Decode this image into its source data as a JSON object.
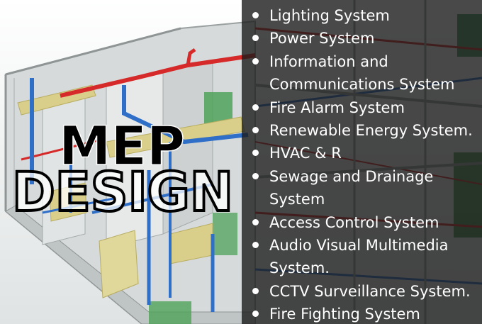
{
  "headline": {
    "line1": "MEP",
    "line2": "DESIGN"
  },
  "colors": {
    "panel_bg": "#1c1c1c",
    "pipe_red": "#d62a2a",
    "pipe_blue": "#2f6fc8",
    "duct_yellow": "#d9cf8a",
    "equipment_green": "#4fa25a",
    "headline_fill": "#000000"
  },
  "features": [
    {
      "lines": [
        "Lighting System"
      ]
    },
    {
      "lines": [
        "Power System"
      ]
    },
    {
      "lines": [
        "Information and",
        "Communications System"
      ]
    },
    {
      "lines": [
        "Fire Alarm System"
      ]
    },
    {
      "lines": [
        "Renewable Energy System."
      ]
    },
    {
      "lines": [
        "HVAC & R"
      ]
    },
    {
      "lines": [
        "Sewage and Drainage",
        "System"
      ]
    },
    {
      "lines": [
        "Access Control System"
      ]
    },
    {
      "lines": [
        "Audio Visual Multimedia",
        "System."
      ]
    },
    {
      "lines": [
        "CCTV Surveillance System."
      ]
    },
    {
      "lines": [
        "Fire Fighting System"
      ]
    }
  ]
}
